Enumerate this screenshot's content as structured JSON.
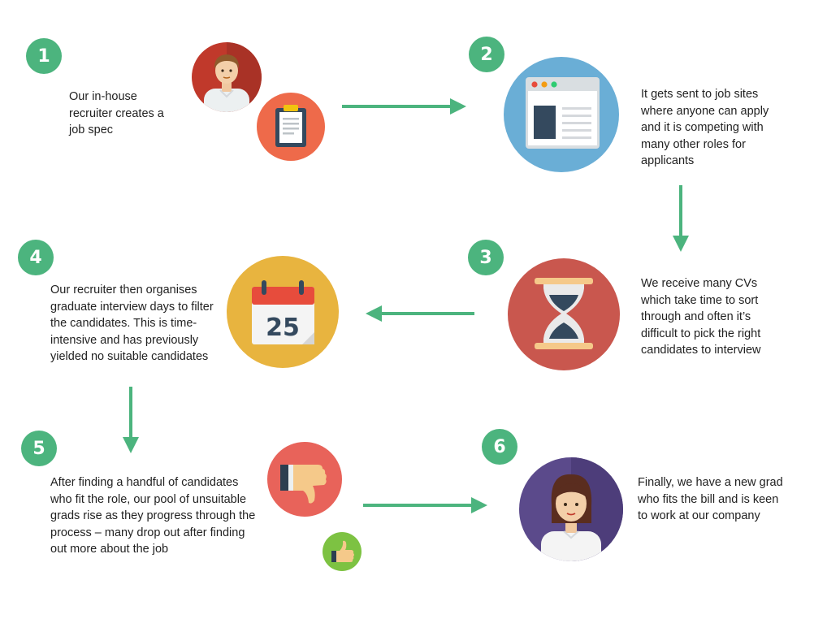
{
  "accent_color": "#4cb47e",
  "steps": [
    {
      "number": "1",
      "text": "Our in-house recruiter creates a job spec",
      "icons": [
        "recruiter-avatar-icon",
        "clipboard-icon"
      ]
    },
    {
      "number": "2",
      "text": "It gets sent to job sites where anyone can apply and it is competing with many other roles for applicants",
      "icons": [
        "browser-window-icon"
      ]
    },
    {
      "number": "3",
      "text": "We receive many CVs which take time to sort through and often it’s difficult to pick the right candidates to interview",
      "icons": [
        "hourglass-icon"
      ]
    },
    {
      "number": "4",
      "text": "Our recruiter then organises graduate interview days to filter the candidates. This is time-intensive and has previously yielded no suitable candidates",
      "icons": [
        "calendar-icon"
      ],
      "calendar_day": "25"
    },
    {
      "number": "5",
      "text": "After finding a handful of candidates who fit the role, our pool of unsuitable grads rise as they progress through the process – many drop out after finding out more about the job",
      "icons": [
        "thumbs-down-icon",
        "thumbs-up-icon"
      ]
    },
    {
      "number": "6",
      "text": "Finally, we have a new grad who fits the bill and is keen to work at our company",
      "icons": [
        "graduate-avatar-icon"
      ]
    }
  ]
}
